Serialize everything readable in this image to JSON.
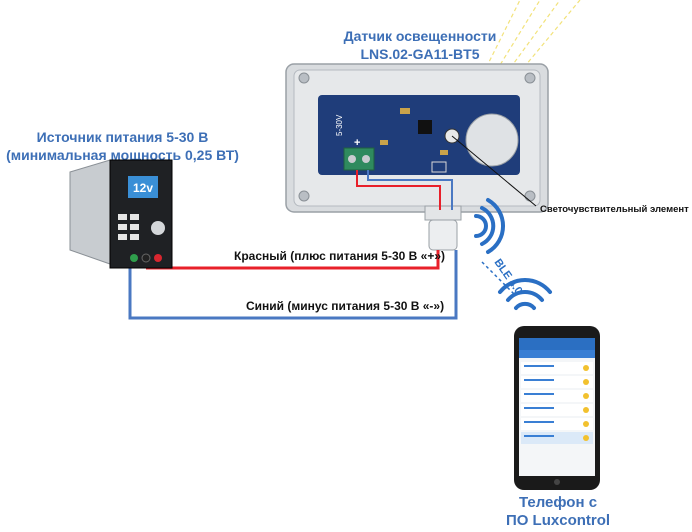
{
  "sensor": {
    "title_line1": "Датчик освещенности",
    "title_line2": "LNS.02-GA11-BT5",
    "pcb_voltage": "5-30V",
    "pcb_plus": "+"
  },
  "power_supply": {
    "title_line1": "Источник питания 5-30 В",
    "title_line2": "(минимальная мощность 0,25 ВТ)",
    "display_value": "12v"
  },
  "wires": {
    "red_label": "Красный (плюс питания 5-30 В «+»)",
    "blue_label": "Синий (минус питания 5-30 В «-»)"
  },
  "photo_element_label": "Светочувствительный элемент",
  "ble_label": "BLE 4.0",
  "phone": {
    "title_line1": "Телефон с",
    "title_line2": "ПО Luxcontrol",
    "list_item_count": 6
  },
  "colors": {
    "title_blue": "#3d6fb6",
    "wire_red": "#e8202a",
    "wire_blue": "#4a78c2",
    "pcb_blue": "#1f3d7a"
  }
}
